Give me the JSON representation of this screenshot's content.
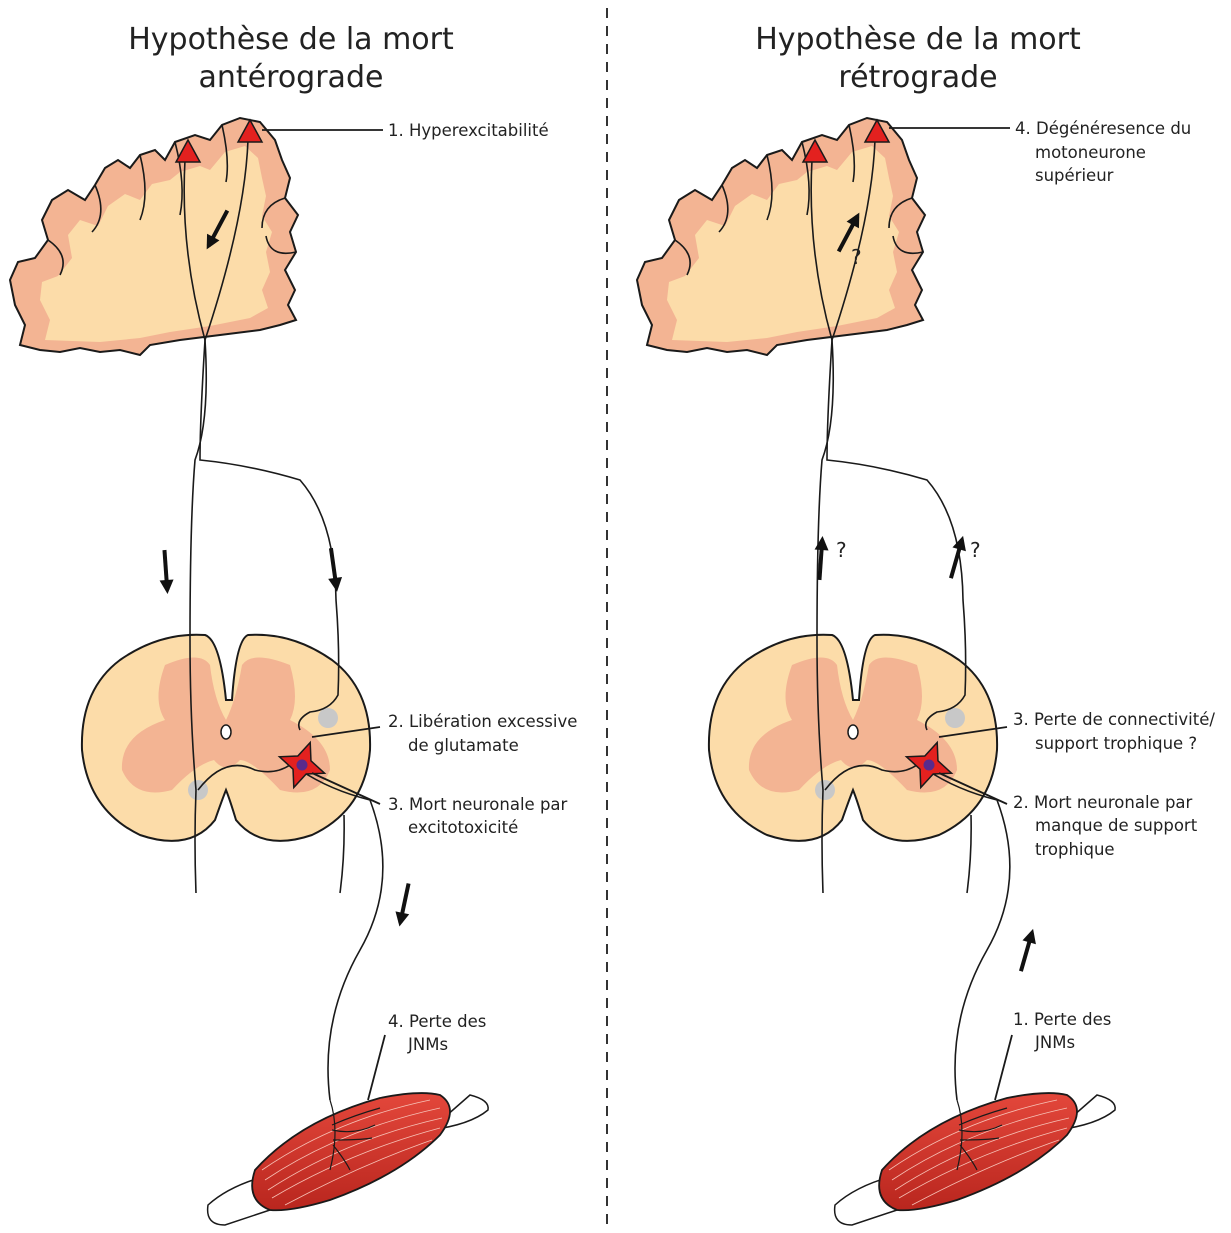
{
  "left_panel": {
    "title_line1": "Hypothèse de la mort",
    "title_line2": "antérograde",
    "labels": {
      "l1": "1. Hyperexcitabilité",
      "l2_line1": "2. Libération excessive",
      "l2_line2": "de glutamate",
      "l3_line1": "3. Mort neuronale par",
      "l3_line2": "excitotoxicité",
      "l4_line1": "4. Perte des",
      "l4_line2": "JNMs"
    }
  },
  "right_panel": {
    "title_line1": "Hypothèse de la mort",
    "title_line2": "rétrograde",
    "labels": {
      "r4_line1": "4. Dégénéresence du",
      "r4_line2": "motoneurone",
      "r4_line3": "supérieur",
      "r3_line1": "3. Perte de connectivité/",
      "r3_line2": "support trophique ?",
      "r2_line1": "2. Mort neuronale par",
      "r2_line2": "manque de support",
      "r2_line3": "trophique",
      "r1_line1": "1. Perte des",
      "r1_line2": "JNMs"
    },
    "question_mark": "?"
  },
  "colors": {
    "grey_matter": "#f3b493",
    "white_matter": "#fcdca9",
    "neuron_red": "#e3211f",
    "nucleus_purple": "#5a2a8c",
    "muscle_red": "#d53a2e",
    "divider": "#333333"
  },
  "icons": {
    "upper_motor_neuron": "red-triangle-icon",
    "lower_motor_neuron": "star-neuron-icon",
    "direction": "arrow-icon"
  }
}
